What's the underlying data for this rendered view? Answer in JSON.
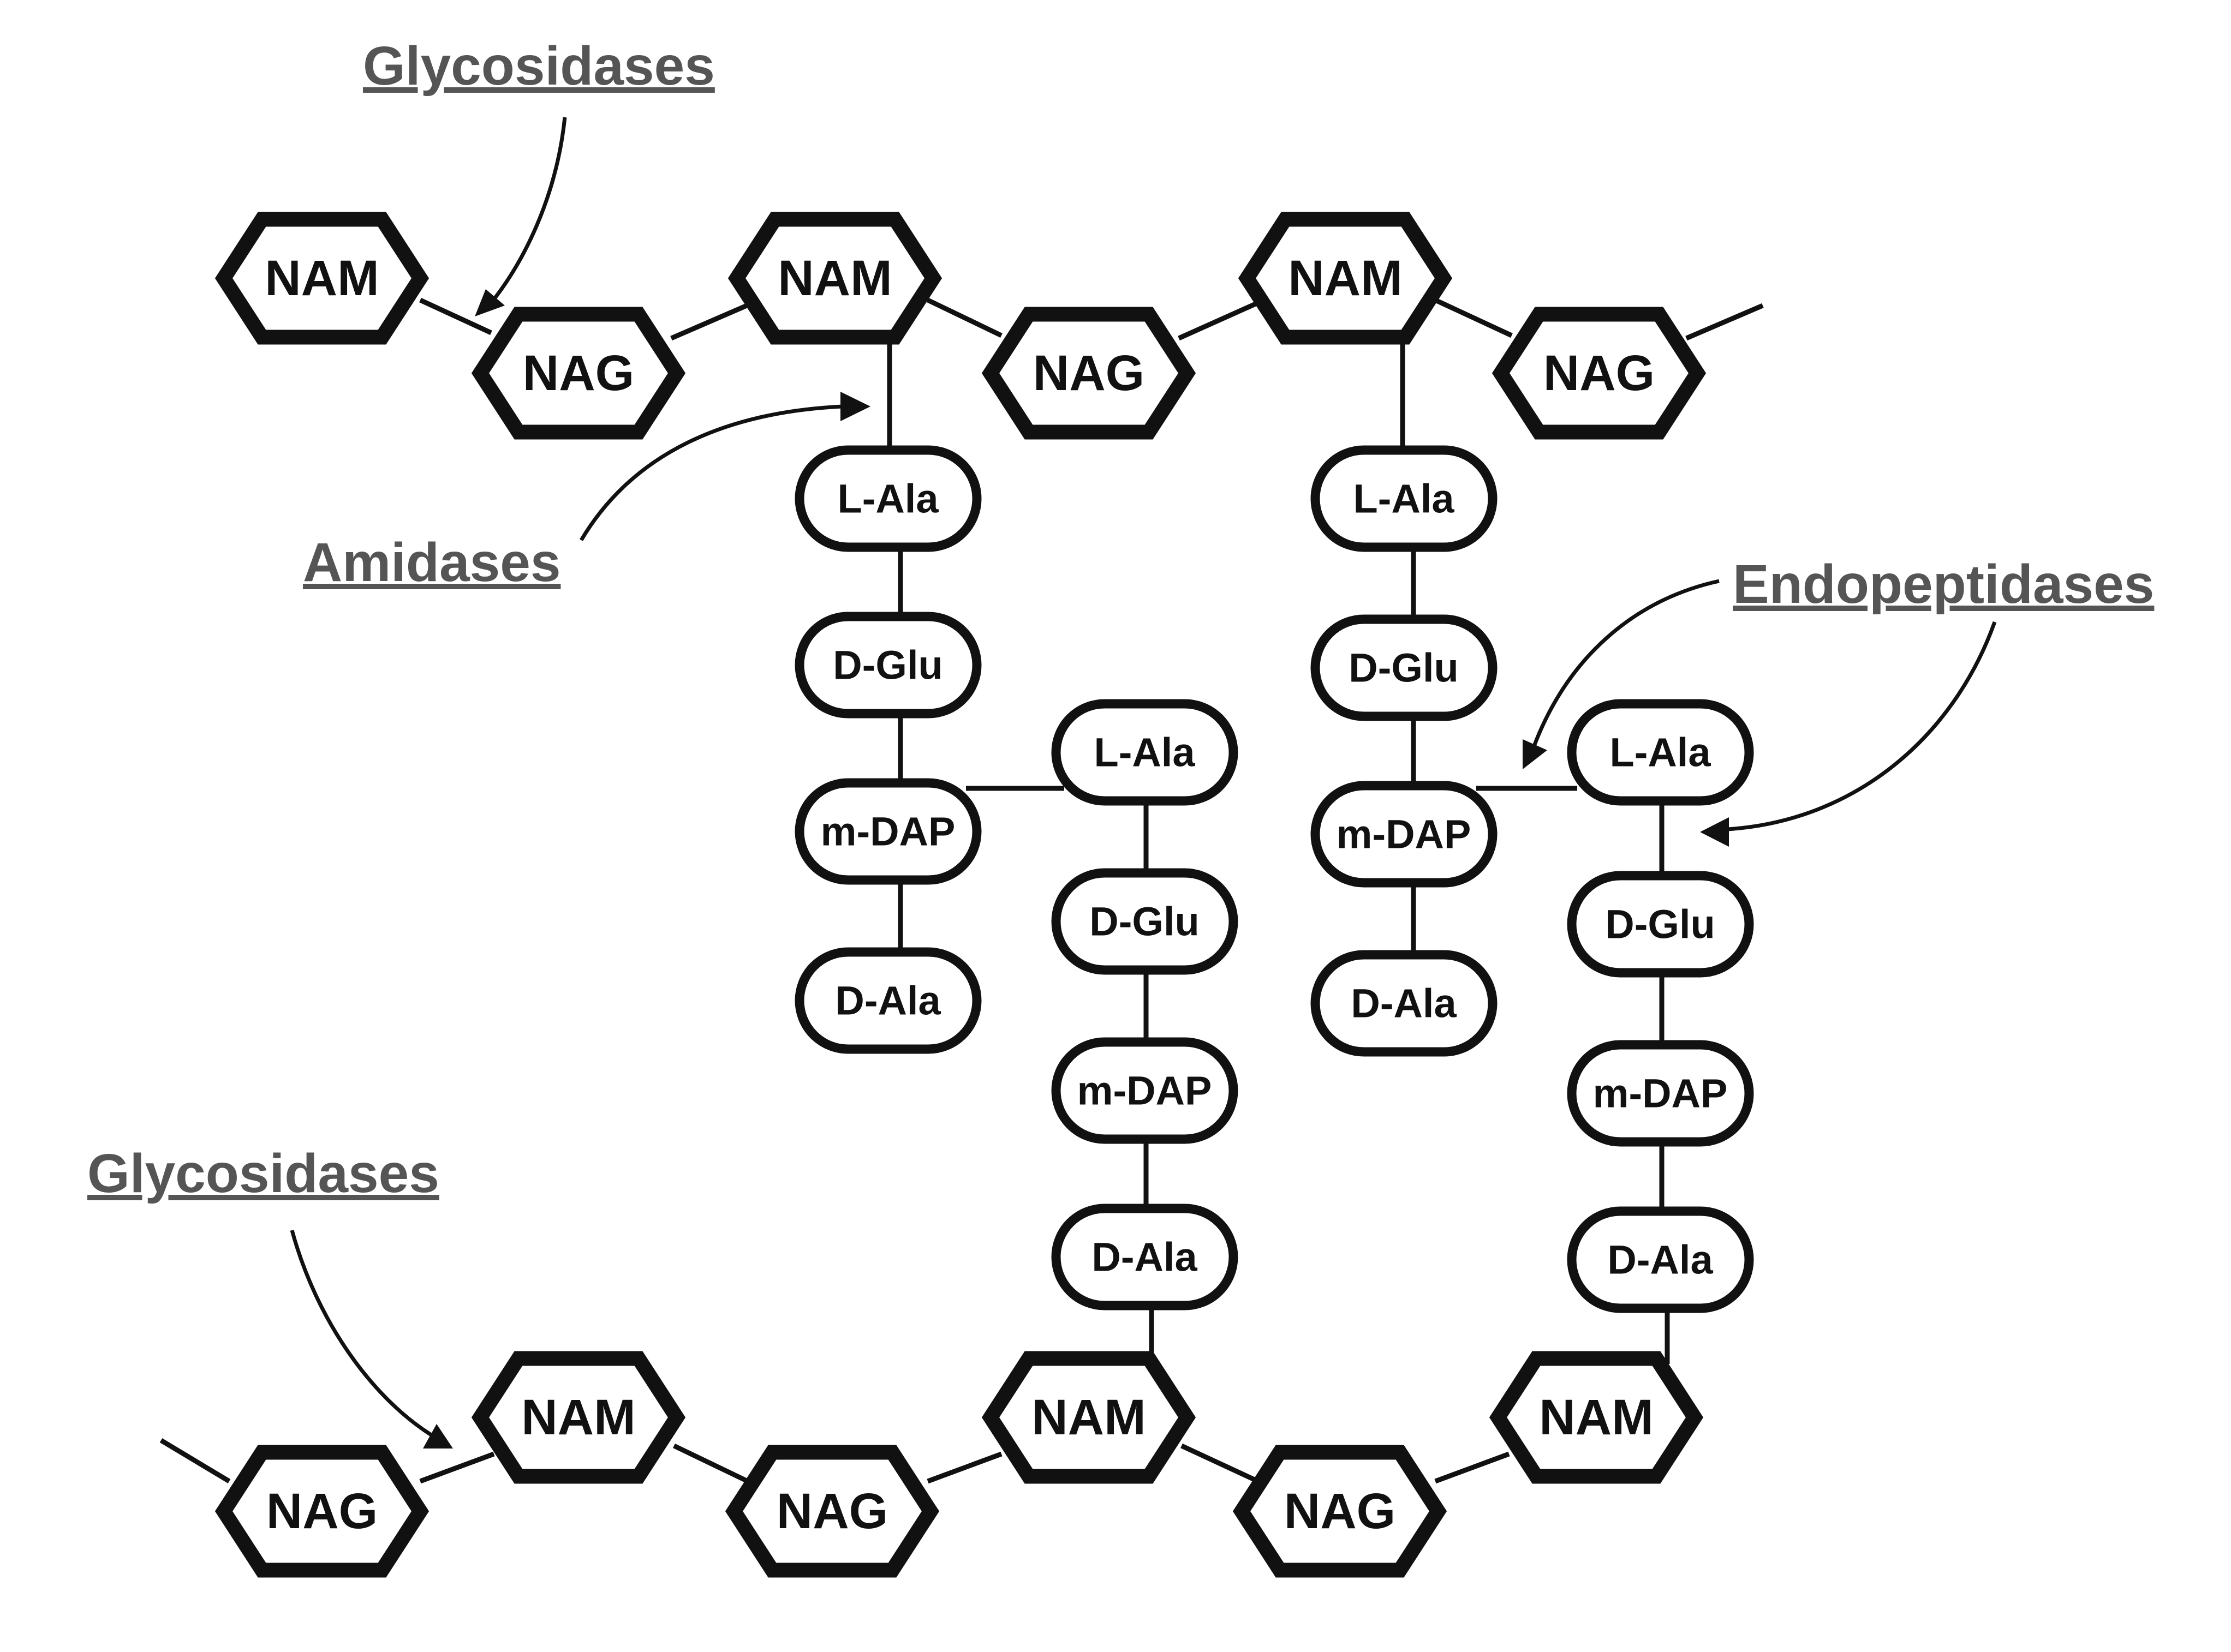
{
  "enzymes": {
    "glycosidases_top": "Glycosidases",
    "amidases": "Amidases",
    "endopeptidases": "Endopeptidases",
    "glycosidases_bottom": "Glycosidases"
  },
  "sugars": {
    "top": [
      "NAM",
      "NAG",
      "NAM",
      "NAG",
      "NAM",
      "NAG"
    ],
    "bottom": [
      "NAG",
      "NAM",
      "NAG",
      "NAM",
      "NAG",
      "NAM"
    ]
  },
  "peptides": {
    "stem_1": [
      "L-Ala",
      "D-Glu",
      "m-DAP",
      "D-Ala"
    ],
    "bridge_1": [
      "L-Ala",
      "D-Glu",
      "m-DAP",
      "D-Ala"
    ],
    "stem_2": [
      "L-Ala",
      "D-Glu",
      "m-DAP",
      "D-Ala"
    ],
    "bridge_2": [
      "L-Ala",
      "D-Glu",
      "m-DAP",
      "D-Ala"
    ]
  }
}
